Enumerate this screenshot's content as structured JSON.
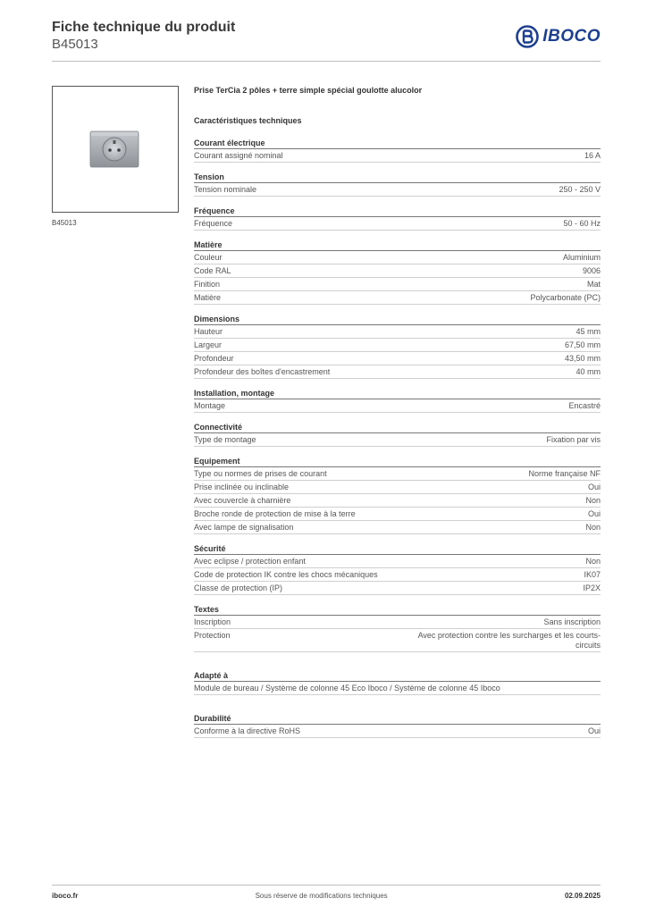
{
  "header": {
    "title": "Fiche technique du produit",
    "subtitle": "B45013",
    "logo_text": "IBOCO"
  },
  "product": {
    "image_caption": "B45013",
    "title": "Prise TerCia 2 pôles + terre simple spécial goulotte alucolor",
    "specs_heading": "Caractéristiques techniques"
  },
  "sections": {
    "courant": {
      "title": "Courant électrique",
      "rows": [
        {
          "label": "Courant assigné nominal",
          "value": "16 A"
        }
      ]
    },
    "tension": {
      "title": "Tension",
      "rows": [
        {
          "label": "Tension nominale",
          "value": "250 - 250 V"
        }
      ]
    },
    "frequence": {
      "title": "Fréquence",
      "rows": [
        {
          "label": "Fréquence",
          "value": "50 - 60 Hz"
        }
      ]
    },
    "matiere": {
      "title": "Matière",
      "rows": [
        {
          "label": "Couleur",
          "value": "Aluminium"
        },
        {
          "label": "Code RAL",
          "value": "9006"
        },
        {
          "label": "Finition",
          "value": "Mat"
        },
        {
          "label": "Matière",
          "value": "Polycarbonate (PC)"
        }
      ]
    },
    "dimensions": {
      "title": "Dimensions",
      "rows": [
        {
          "label": "Hauteur",
          "value": "45 mm"
        },
        {
          "label": "Largeur",
          "value": "67,50 mm"
        },
        {
          "label": "Profondeur",
          "value": "43,50 mm"
        },
        {
          "label": "Profondeur des boîtes d'encastrement",
          "value": "40 mm"
        }
      ]
    },
    "installation": {
      "title": "Installation, montage",
      "rows": [
        {
          "label": "Montage",
          "value": "Encastré"
        }
      ]
    },
    "connectivite": {
      "title": "Connectivité",
      "rows": [
        {
          "label": "Type de montage",
          "value": "Fixation par vis"
        }
      ]
    },
    "equipement": {
      "title": "Equipement",
      "rows": [
        {
          "label": "Type ou normes de prises de courant",
          "value": "Norme française NF"
        },
        {
          "label": "Prise inclinée ou inclinable",
          "value": "Oui"
        },
        {
          "label": "Avec couvercle à charnière",
          "value": "Non"
        },
        {
          "label": "Broche ronde de protection de mise à la terre",
          "value": "Oui"
        },
        {
          "label": "Avec lampe de signalisation",
          "value": "Non"
        }
      ]
    },
    "securite": {
      "title": "Sécurité",
      "rows": [
        {
          "label": "Avec eclipse / protection enfant",
          "value": "Non"
        },
        {
          "label": "Code de protection IK contre les chocs mécaniques",
          "value": "IK07"
        },
        {
          "label": "Classe de protection (IP)",
          "value": "IP2X"
        }
      ]
    },
    "textes": {
      "title": "Textes",
      "rows": [
        {
          "label": "Inscription",
          "value": "Sans inscription"
        },
        {
          "label": "Protection",
          "value": "Avec protection contre les surcharges et les courts-circuits"
        }
      ]
    },
    "adapte": {
      "title": "Adapté à",
      "text": "Module de bureau / Système de colonne 45 Eco Iboco / Système de colonne 45 Iboco"
    },
    "durabilite": {
      "title": "Durabilité",
      "rows": [
        {
          "label": "Conforme à la directive RoHS",
          "value": "Oui"
        }
      ]
    }
  },
  "footer": {
    "left": "iboco.fr",
    "center": "Sous réserve de modifications techniques",
    "right": "02.09.2025"
  }
}
